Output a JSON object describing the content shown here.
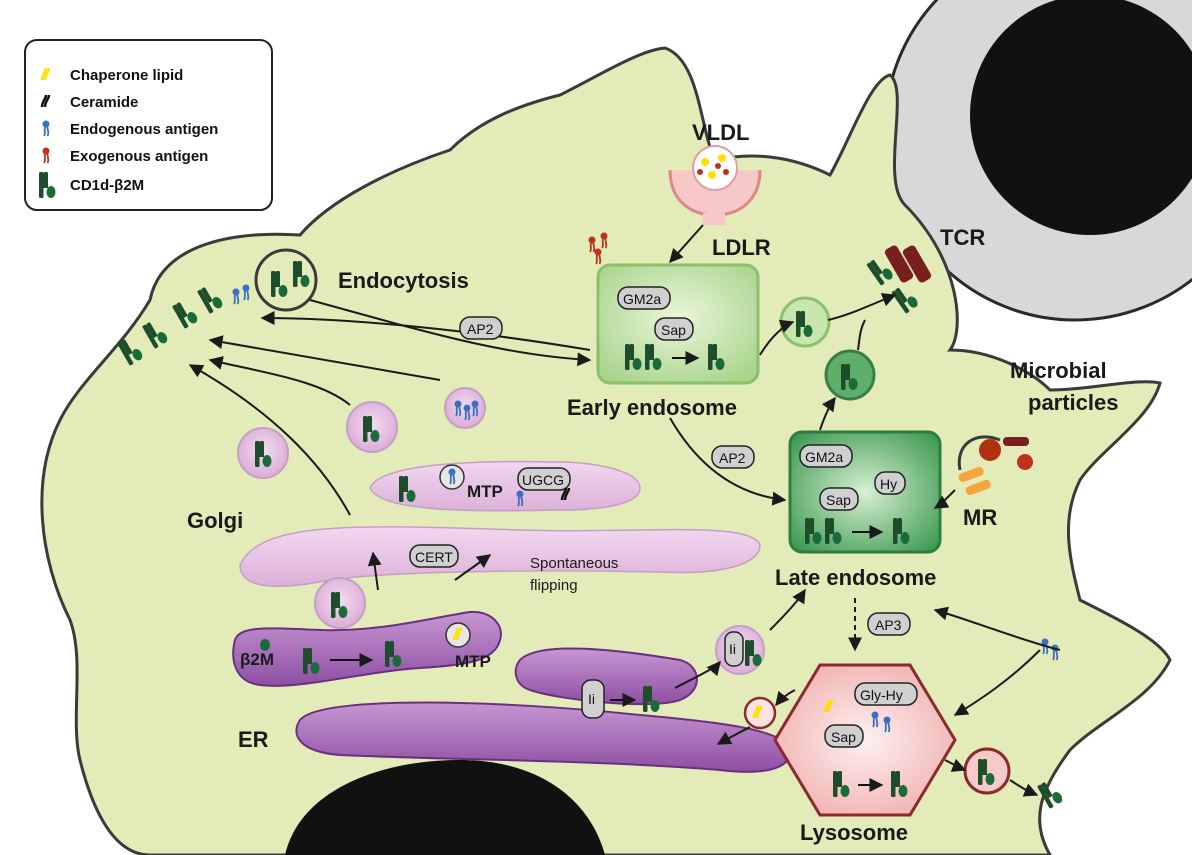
{
  "legend": {
    "items": [
      {
        "label": "Chaperone lipid",
        "color": "#ffe000"
      },
      {
        "label": "Ceramide",
        "color": "#111111"
      },
      {
        "label": "Endogenous antigen",
        "color": "#3a6fc4"
      },
      {
        "label": "Exogenous antigen",
        "color": "#c0311b"
      },
      {
        "label": "CD1d-β2M",
        "color": "#1e4d2b"
      }
    ]
  },
  "labels": {
    "vldl": "VLDL",
    "ldlr": "LDLR",
    "tcr": "TCR",
    "endocytosis": "Endocytosis",
    "early_endosome": "Early endosome",
    "late_endosome": "Late endosome",
    "lysosome": "Lysosome",
    "golgi": "Golgi",
    "er": "ER",
    "microbial_1": "Microbial",
    "microbial_2": "particles",
    "mr": "MR",
    "spontaneous_1": "Spontaneous",
    "spontaneous_2": "flipping",
    "b2m": "β2M",
    "mtp_upper": "MTP",
    "mtp_lower": "MTP"
  },
  "pills": {
    "ap2_top": "AP2",
    "ap2_mid": "AP2",
    "ap3": "AP3",
    "gm2a_early": "GM2a",
    "sap_early": "Sap",
    "gm2a_late": "GM2a",
    "hy_late": "Hy",
    "sap_late": "Sap",
    "ugcg": "UGCG",
    "cert": "CERT",
    "gly_hy": "Gly-Hy",
    "sap_lyso": "Sap",
    "ii_er": "Ii",
    "ii_vesicle": "Ii"
  },
  "colors": {
    "cell": "#e3ebb8",
    "cell_stroke": "#3a3a3a",
    "golgi": "#e7c3e4",
    "er": "#a96fb8",
    "early_endosome": "#b8dc9a",
    "late_endosome": "#5fae6a",
    "lysosome": "#f3bcbc",
    "tcell": "#d8d8d8",
    "nucleus": "#111111"
  }
}
